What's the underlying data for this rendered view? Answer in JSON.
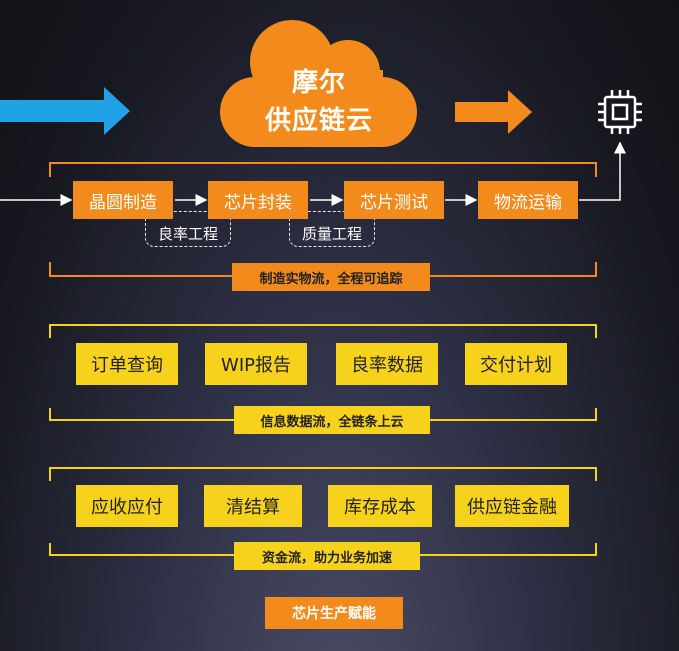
{
  "cloud": {
    "line1": "摩尔",
    "line2": "供应链云"
  },
  "chip_icon": "chip-icon",
  "process_steps": [
    "晶圆制造",
    "芯片封装",
    "芯片测试",
    "物流运输"
  ],
  "engineering": [
    "良率工程",
    "质量工程"
  ],
  "material_flow_label": "制造实物流，全程可追踪",
  "info_items": [
    "订单查询",
    "WIP报告",
    "良率数据",
    "交付计划"
  ],
  "info_flow_label": "信息数据流，全链条上云",
  "fund_items": [
    "应收应付",
    "清结算",
    "库存成本",
    "供应链金融"
  ],
  "fund_flow_label": "资金流，助力业务加速",
  "footer_label": "芯片生产赋能",
  "colors": {
    "orange": "#f28b1c",
    "yellow": "#f7d21c",
    "blue_arrow": "#1fa3e6"
  }
}
